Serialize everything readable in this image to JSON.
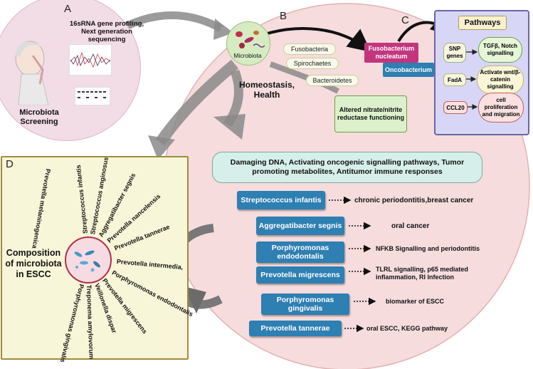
{
  "panels": {
    "a": "A",
    "b": "B",
    "c": "C",
    "d": "D"
  },
  "screening": {
    "seq_label": "16sRNA gene profiling, Next generation sequencing",
    "title": "Microbiota Screening"
  },
  "microbiota": {
    "label": "Microbiota",
    "phyla": [
      "Fusobacteria",
      "Spirochaetes",
      "Bacteroidetes"
    ],
    "homeostasis": "Homeostasis, Health",
    "nitrate": "Altered nitrate/nitrite reductase functioning"
  },
  "fuso": {
    "name": "Fusobacterium nucleatum",
    "onco": "Oncobacterium"
  },
  "pathways": {
    "title": "Pathways",
    "rows": [
      {
        "gene": "SNP genes",
        "effect": "TGFβ, Notch signalling"
      },
      {
        "gene": "FadA",
        "effect": "Activate wnt/β-catenin signalling"
      },
      {
        "gene": "CCL20",
        "effect": "cell proliferation and migration"
      }
    ]
  },
  "mechanisms": "Damaging DNA, Activating oncogenic signalling pathways, Tumor promoting metabolites, Antitumor immune responses",
  "bacteria": [
    {
      "name": "Streptococcus infantis",
      "assoc": "chronic periodontitis,breast cancer"
    },
    {
      "name": "Aggregatibacter segnis",
      "assoc": "oral cancer"
    },
    {
      "name": "Porphyromonas endodontalis",
      "assoc": "NFKB Signalling and periodontitis"
    },
    {
      "name": "Prevotella migrescens",
      "assoc": "TLRL signalling, p65 mediated inflammation, RI Infection"
    },
    {
      "name": "Porphyromonas gingivalis",
      "assoc": "biomarker of ESCC"
    },
    {
      "name": "Prevotella tannerae",
      "assoc": "oral ESCC, KEGG pathway"
    }
  ],
  "composition": {
    "title": "Composition of microbiota in ESCC",
    "rays": [
      "Prevotella melaninogenica",
      "Streptococcus infantis",
      "Streptococcus anginosus",
      "Aggregatibacter segnis",
      "Prevotella nancelensis",
      "Prevotella tannerae",
      "Prevotella intermedia,",
      "Porphyromonas endodontalis",
      "Prevotella migrescens",
      "Veillonella dispar",
      "Treponema amylovorum",
      "Porphyromonas gingivalis"
    ]
  },
  "colors": {
    "big_circle": "#f6dcdc",
    "panel_a": "#f2dce6",
    "panel_d": "#f8f6d8",
    "pathways": "#d8d6f6",
    "blue_box": "#2e7fb2",
    "fuso_box": "#c2367e",
    "mech_box": "#d6efea"
  }
}
